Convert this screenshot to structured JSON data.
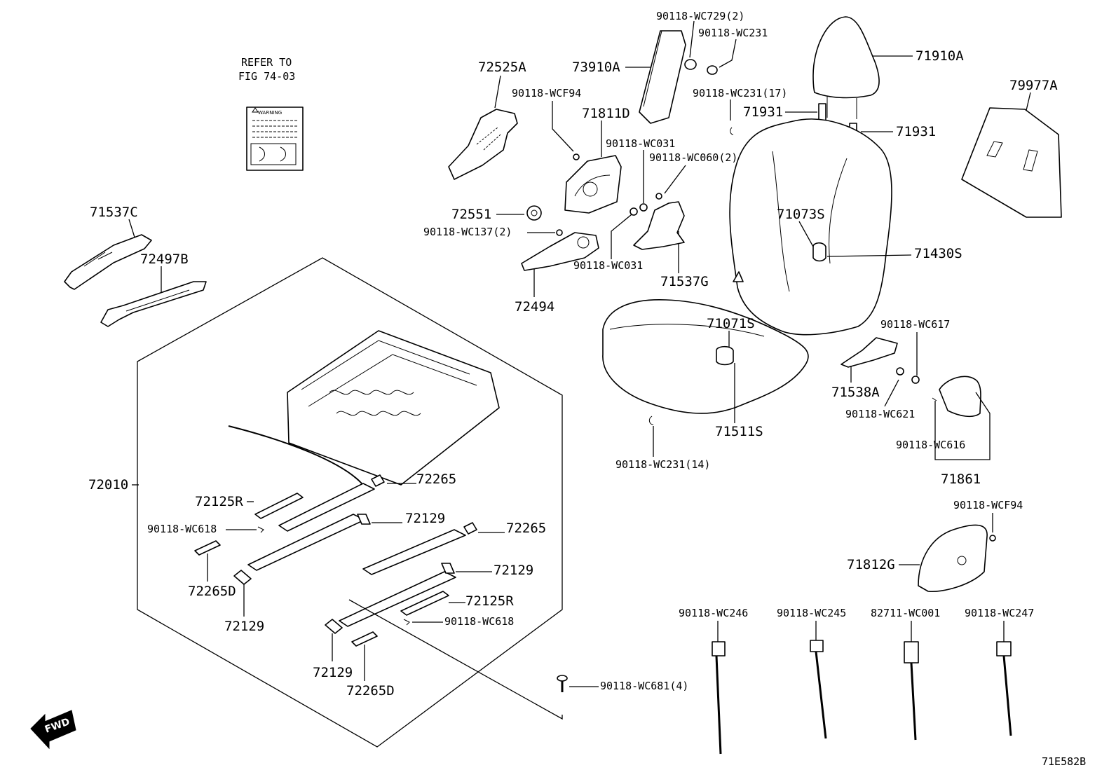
{
  "refer_note": {
    "line1": "REFER TO",
    "line2": "FIG 74-03"
  },
  "warning_label": {
    "text": "WARNING"
  },
  "fwd_arrow": {
    "text": "FWD"
  },
  "figure_code": "71E582B",
  "parts": {
    "p71537C": "71537C",
    "p72497B": "72497B",
    "p72525A": "72525A",
    "p73910A": "73910A",
    "p90118_WC729_2": "90118-WC729(2)",
    "p90118_WC231": "90118-WC231",
    "p71910A": "71910A",
    "p79977A": "79977A",
    "p90118_WCF94_a": "90118-WCF94",
    "p71811D": "71811D",
    "p90118_WC231_17": "90118-WC231(17)",
    "p71931_a": "71931",
    "p71931_b": "71931",
    "p90118_WC031_a": "90118-WC031",
    "p90118_WC060_2": "90118-WC060(2)",
    "p72551": "72551",
    "p90118_WC137_2": "90118-WC137(2)",
    "p71073S": "71073S",
    "p90118_WC031_b": "90118-WC031",
    "p71430S": "71430S",
    "p71537G": "71537G",
    "p72494": "72494",
    "p71071S": "71071S",
    "p90118_WC617": "90118-WC617",
    "p71538A": "71538A",
    "p90118_WC621": "90118-WC621",
    "p71511S": "71511S",
    "p90118_WC616": "90118-WC616",
    "p90118_WC231_14": "90118-WC231(14)",
    "p71861": "71861",
    "p72010": "72010",
    "p72265_a": "72265",
    "p72125R_a": "72125R",
    "p72129_a": "72129",
    "p90118_WC618_a": "90118-WC618",
    "p72265_b": "72265",
    "p72265D_a": "72265D",
    "p72129_b": "72129",
    "p72129_c": "72129",
    "p72125R_b": "72125R",
    "p90118_WC618_b": "90118-WC618",
    "p72129_d": "72129",
    "p72265D_b": "72265D",
    "p90118_WCF94_b": "90118-WCF94",
    "p71812G": "71812G",
    "p90118_WC681_4": "90118-WC681(4)",
    "p90118_WC246": "90118-WC246",
    "p90118_WC245": "90118-WC245",
    "p82711_WC001": "82711-WC001",
    "p90118_WC247": "90118-WC247"
  }
}
